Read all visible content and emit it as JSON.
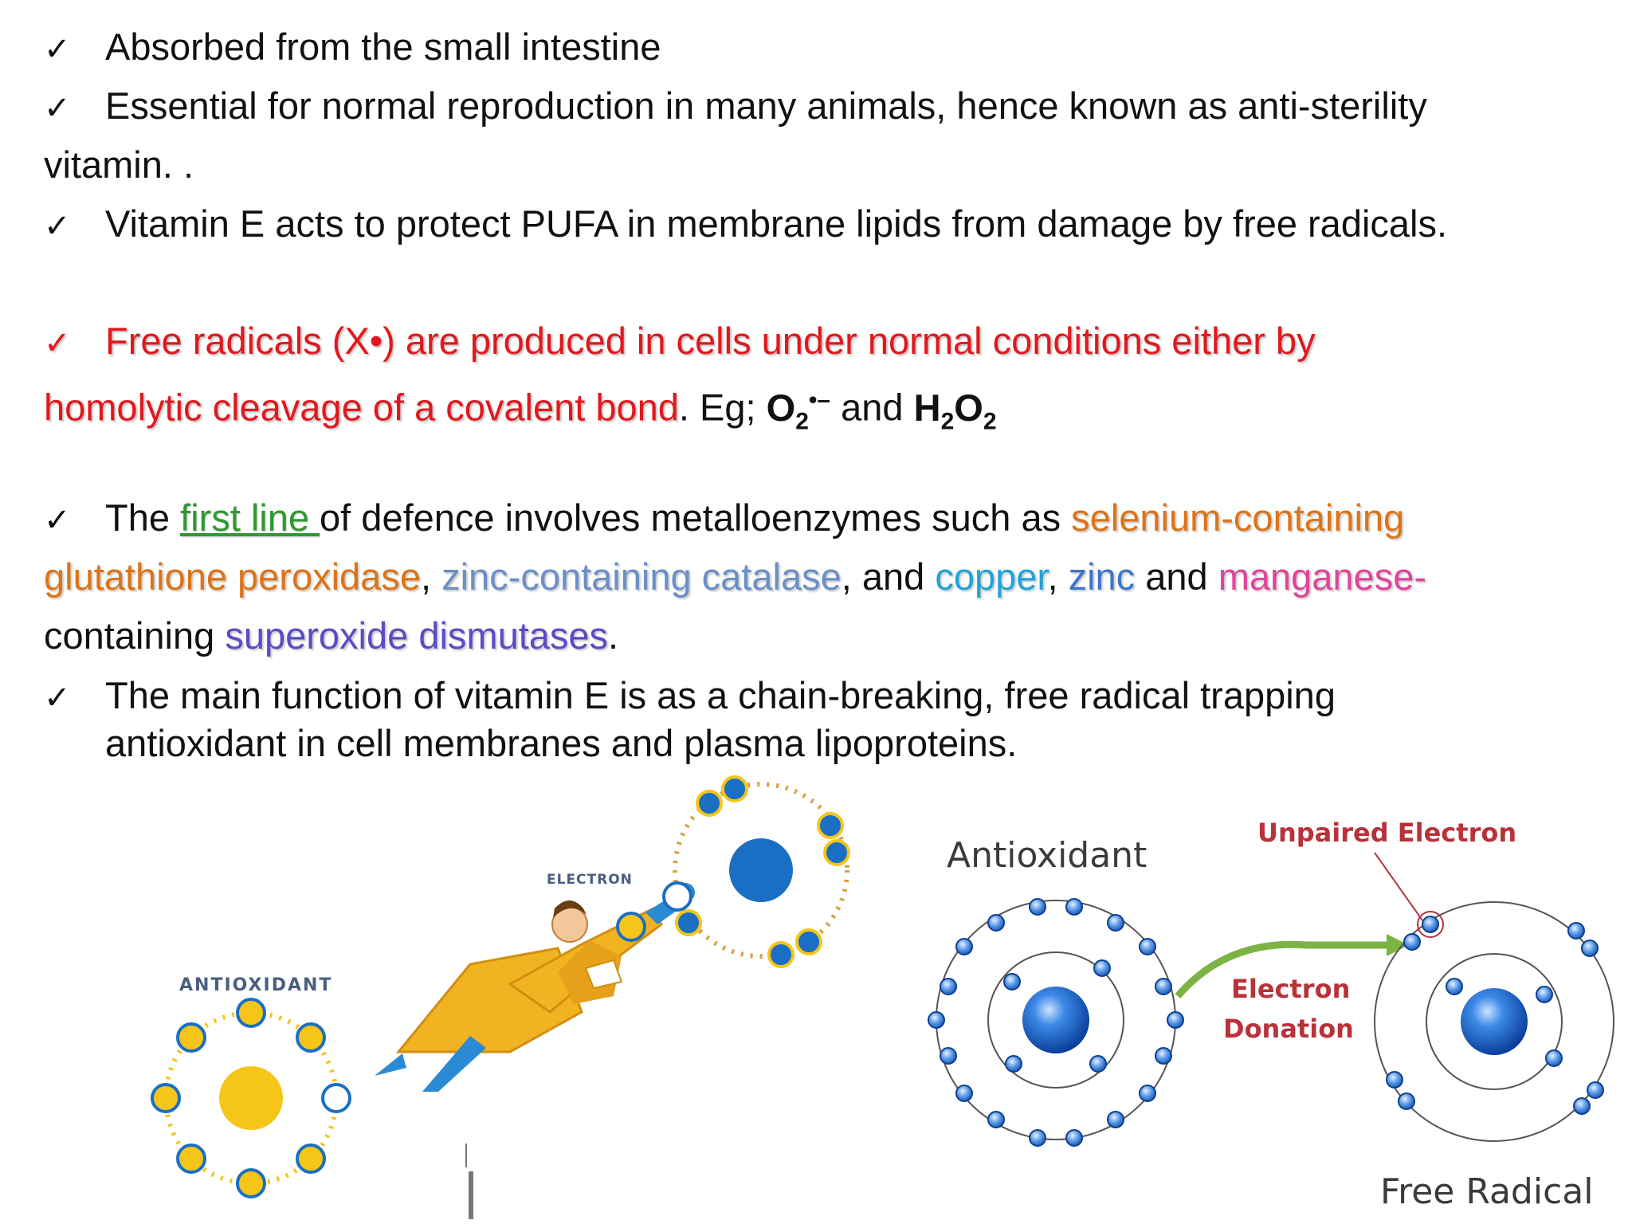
{
  "bullets": {
    "b1": {
      "check": "✓",
      "text": "Absorbed from the small intestine"
    },
    "b2": {
      "check": "✓",
      "text": "Essential for normal reproduction in many animals, hence known as anti-sterility",
      "cont": "vitamin. ."
    },
    "b3": {
      "check": "✓",
      "text": "Vitamin E acts to protect PUFA in membrane lipids from damage by free radicals."
    },
    "b4": {
      "check": "✓",
      "red1": "Free radicals (X•) are produced in cells under normal conditions either by",
      "red2": "homolytic cleavage of a covalent bond",
      "eg": ". Eg; ",
      "o2_base": "O",
      "o2_sub": "2",
      "o2_sup": "•–",
      "and": " and ",
      "h": "H",
      "h_sub": "2",
      "o": "O",
      "o_sub": "2"
    },
    "b5": {
      "check": "✓",
      "the": "The ",
      "first_line": "first line ",
      "mid": "of defence involves metalloenzymes such as ",
      "selenium": "selenium-containing",
      "glutathione": "glutathione peroxidase",
      "comma1": ", ",
      "zinc_catalase": "zinc-containing catalase",
      "and1": ", and ",
      "copper": "copper",
      "comma2": ", ",
      "zinc": "zinc",
      "and2": " and ",
      "manganese": "manganese-",
      "containing": "containing ",
      "sod": "superoxide dismutases",
      "period": "."
    },
    "b6": {
      "check": "✓",
      "line1": "The main function of vitamin E is as a chain-breaking, free radical trapping",
      "line2": "antioxidant in cell membranes and plasma lipoproteins."
    }
  },
  "left_diagram": {
    "antioxidant_label": "ANTIOXIDANT",
    "electron_label": "ELECTRON",
    "colors": {
      "yellow": "#f5c518",
      "blue": "#1a6fc4",
      "hero": "#f2b322"
    }
  },
  "right_diagram": {
    "antioxidant_label": "Antioxidant",
    "unpaired_label": "Unpaired Electron",
    "donation_line1": "Electron",
    "donation_line2": "Donation",
    "free_radical_label": "Free Radical",
    "colors": {
      "label_red": "#b8323a",
      "arrow_green": "#7cb342",
      "nucleus": "#1f6fd1"
    }
  }
}
